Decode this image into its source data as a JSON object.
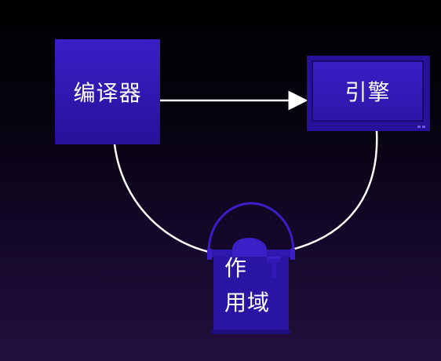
{
  "diagram": {
    "nodes": {
      "compiler": {
        "label": "编译器"
      },
      "engine": {
        "label": "引擎"
      },
      "scope": {
        "label_line1": "作",
        "label_line2": "用域"
      }
    },
    "edges": [
      {
        "from": "compiler",
        "to": "engine",
        "directed": true
      },
      {
        "from": "compiler",
        "to": "scope",
        "directed": false
      },
      {
        "from": "engine",
        "to": "scope",
        "directed": false
      }
    ]
  },
  "colors": {
    "node_fill": "#3a1fc6",
    "node_dark": "#27119a",
    "edge": "#ffffff",
    "background_top": "#000000",
    "background_bottom": "#23103d"
  }
}
